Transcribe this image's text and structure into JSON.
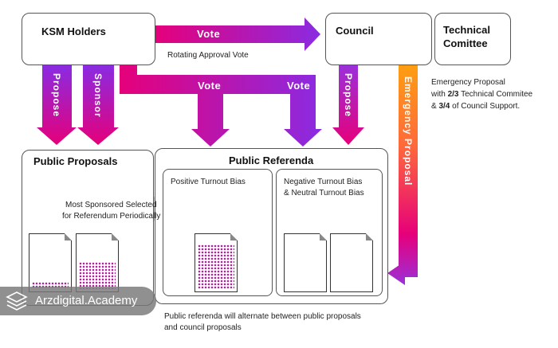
{
  "nodes": {
    "ksm_holders": "KSM Holders",
    "council": "Council",
    "technical_committee": "Technical\nComittee",
    "public_proposals": "Public Proposals",
    "public_referenda": "Public Referenda",
    "positive_bias": "Positive Turnout Bias",
    "negative_bias_line1": "Negative Turnout Bias",
    "negative_bias_line2": "& Neutral Turnout Bias"
  },
  "edges": {
    "vote_top": "Vote",
    "rotating_vote": "Rotating Approval Vote",
    "propose_left": "Propose",
    "sponsor": "Sponsor",
    "vote_mid_left": "Vote",
    "vote_mid_right": "Vote",
    "propose_council": "Propose",
    "emergency": "Emergency Proposal",
    "most_sponsored_line1": "Most Sponsored Selected",
    "most_sponsored_line2": "for Referendum Periodically"
  },
  "notes": {
    "emergency_line1": "Emergency Proposal",
    "emergency_line2_prefix": "with ",
    "emergency_line2_bold": "2/3",
    "emergency_line2_suffix": " Technical Commitee",
    "emergency_line3_prefix": "& ",
    "emergency_line3_bold": "3/4",
    "emergency_line3_suffix": " of Council Support.",
    "footer_line1": "Public referenda will alternate between public proposals",
    "footer_line2": "and council proposals"
  },
  "watermark": "Arzdigital.Academy",
  "colors": {
    "magenta": "#e6007a",
    "purple": "#7a2be2",
    "yellow": "#ffb400",
    "dots": "#b0249c"
  }
}
